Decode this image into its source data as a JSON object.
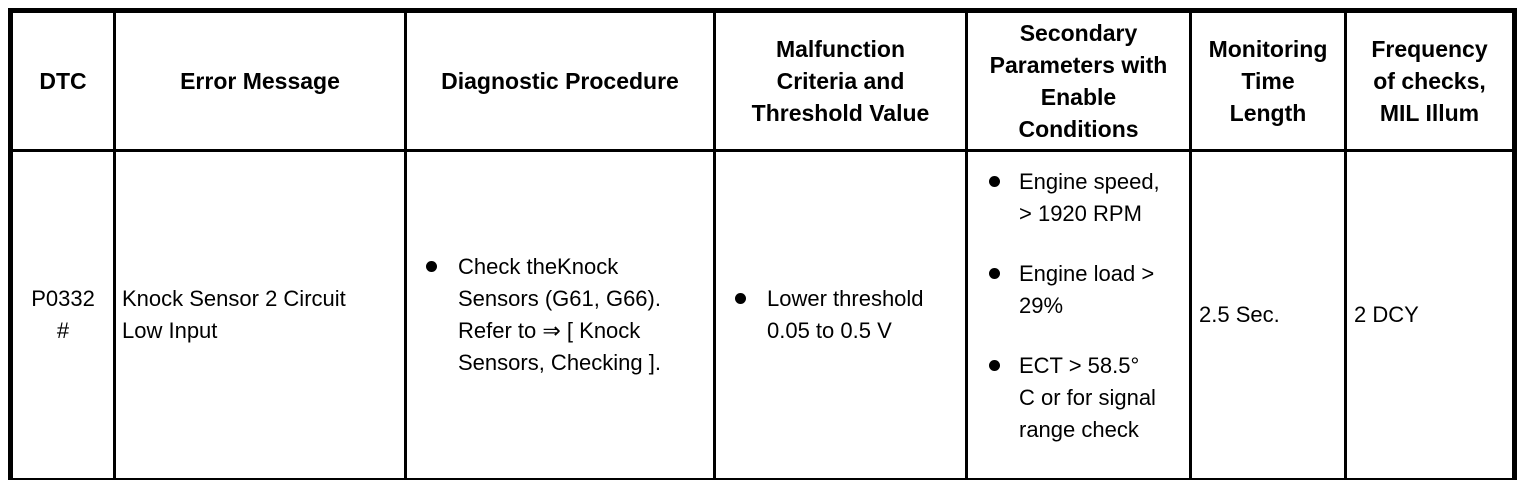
{
  "colors": {
    "background": "#ffffff",
    "text": "#000000",
    "border": "#000000"
  },
  "table": {
    "headers": [
      "DTC",
      "Error Message",
      "Diagnostic Procedure",
      "Malfunction\nCriteria and\nThreshold Value",
      "Secondary\nParameters with\nEnable\nConditions",
      "Monitoring\nTime\nLength",
      "Frequency\nof checks,\nMIL Illum"
    ],
    "row": {
      "dtc": "P0332\n#",
      "error_message": "Knock Sensor 2 Circuit\nLow Input",
      "diagnostic_procedure_bullets": [
        "Check theKnock\nSensors (G61, G66).\nRefer to ⇒ [ Knock\nSensors, Checking ]."
      ],
      "malfunction_criteria_bullets": [
        "Lower threshold\n0.05 to 0.5 V"
      ],
      "secondary_parameter_bullets": [
        "Engine speed,\n> 1920 RPM",
        "Engine load >\n29%",
        "ECT > 58.5°\nC or for signal\nrange check"
      ],
      "monitoring_time_length": "2.5 Sec.",
      "frequency_of_checks": "2 DCY"
    }
  }
}
